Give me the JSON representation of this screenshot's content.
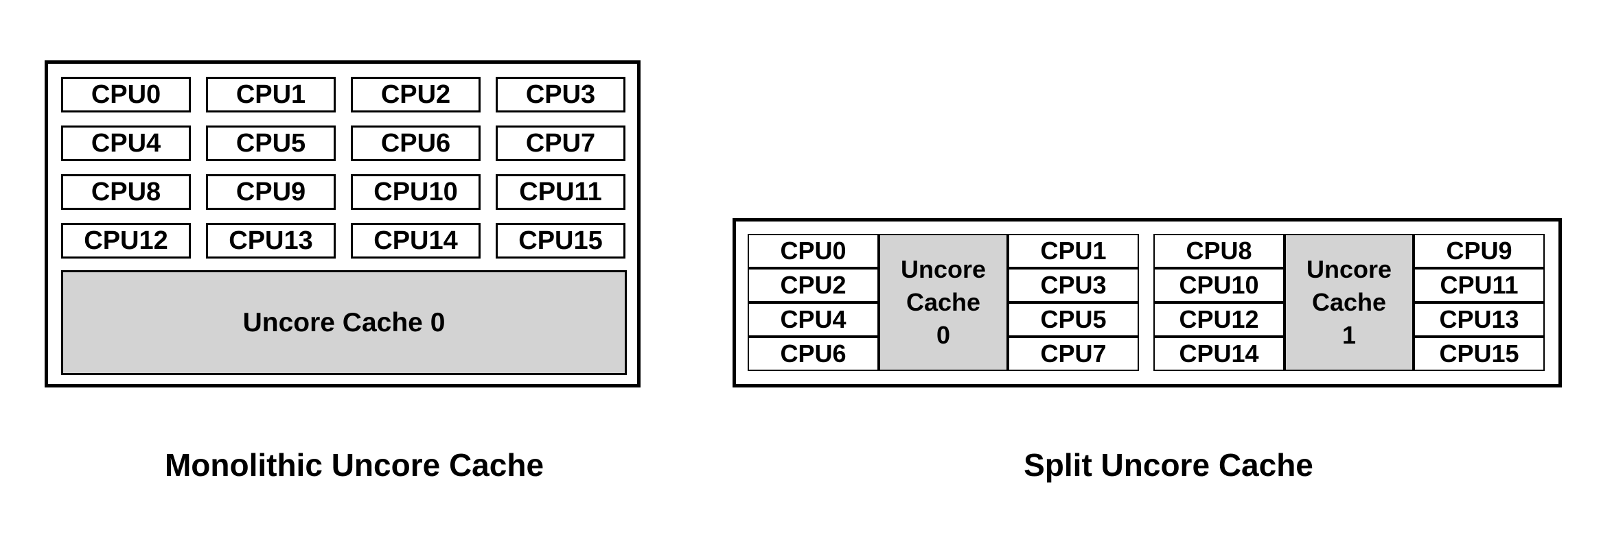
{
  "figure": {
    "background": "#ffffff",
    "colors": {
      "cache_fill": "#d3d3d3",
      "line": "#000000",
      "text": "#000000"
    }
  },
  "monolithic": {
    "caption": "Monolithic Uncore Cache",
    "cache_label": "Uncore Cache 0",
    "cpus": [
      "CPU0",
      "CPU1",
      "CPU2",
      "CPU3",
      "CPU4",
      "CPU5",
      "CPU6",
      "CPU7",
      "CPU8",
      "CPU9",
      "CPU10",
      "CPU11",
      "CPU12",
      "CPU13",
      "CPU14",
      "CPU15"
    ]
  },
  "split": {
    "caption": "Split Uncore Cache",
    "groups": [
      {
        "left_cpus": [
          "CPU0",
          "CPU2",
          "CPU4",
          "CPU6"
        ],
        "cache_lines": [
          "Uncore",
          "Cache",
          "0"
        ],
        "right_cpus": [
          "CPU1",
          "CPU3",
          "CPU5",
          "CPU7"
        ]
      },
      {
        "left_cpus": [
          "CPU8",
          "CPU10",
          "CPU12",
          "CPU14"
        ],
        "cache_lines": [
          "Uncore",
          "Cache",
          "1"
        ],
        "right_cpus": [
          "CPU9",
          "CPU11",
          "CPU13",
          "CPU15"
        ]
      }
    ]
  }
}
